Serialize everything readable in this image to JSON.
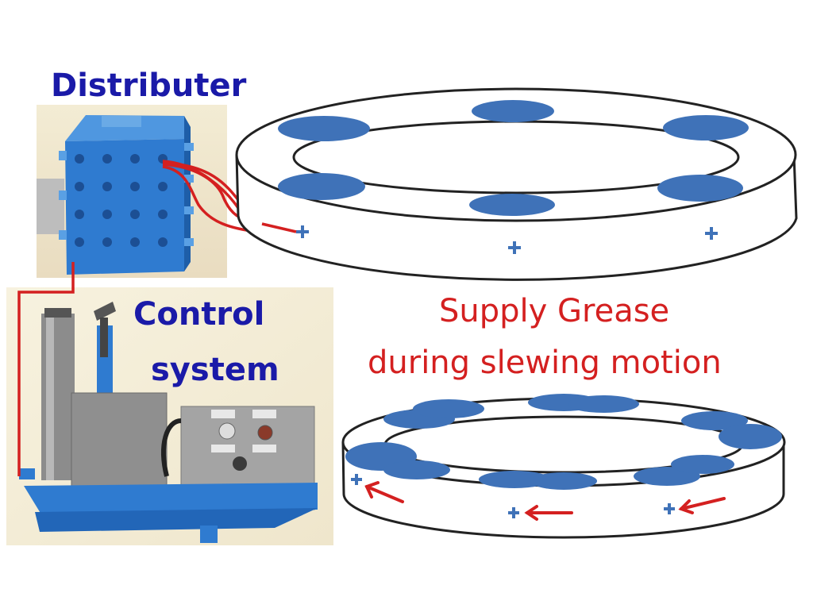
{
  "labels": {
    "distributer": "Distributer",
    "control_line1": "Control",
    "control_line2": "system",
    "supply_line1": "Supply Grease",
    "supply_line2": "during slewing motion"
  },
  "colors": {
    "title_blue": "#1a1aa8",
    "grease_red": "#d42020",
    "pad_blue": "#3f72b8",
    "machine_blue": "#2f7bd0"
  },
  "icons": {
    "grease_point": "plus-icon",
    "direction": "arrow-left-icon"
  }
}
